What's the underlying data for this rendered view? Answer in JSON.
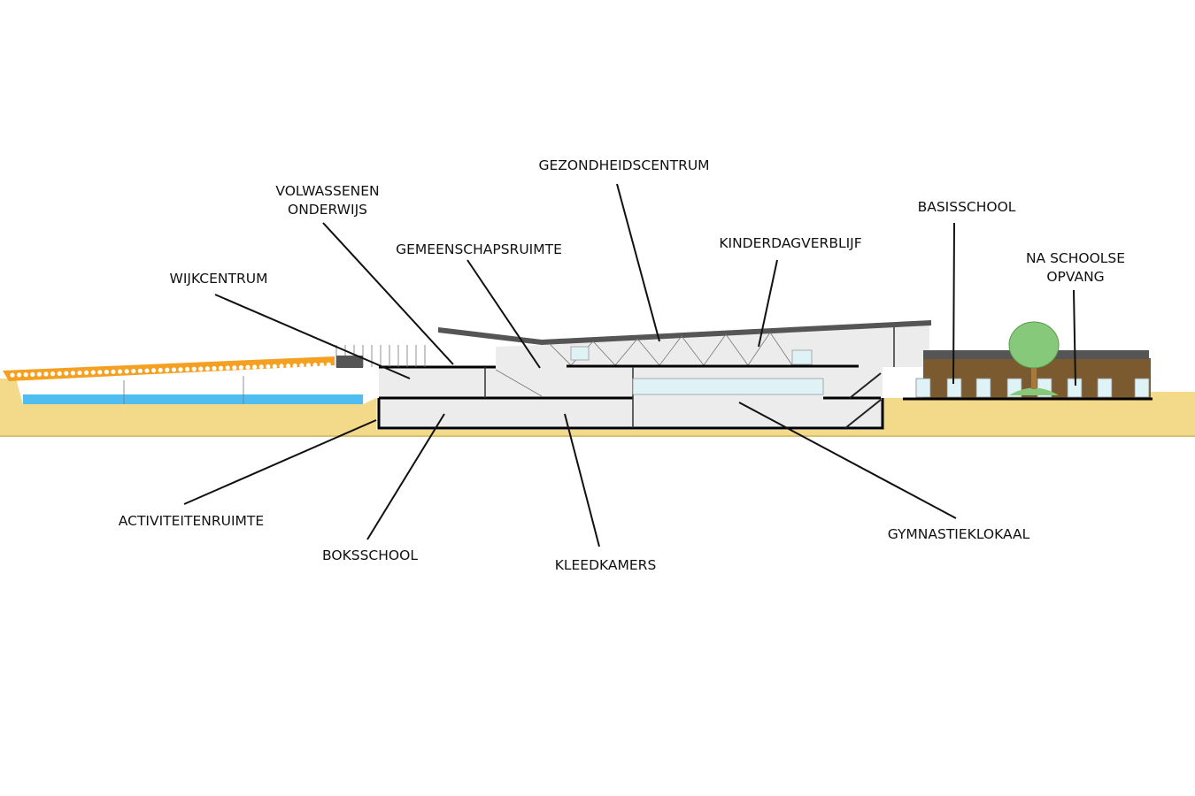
{
  "labels": {
    "gezondheidscentrum": "GEZONDHEIDSCENTRUM",
    "volwassenen_1": "VOLWASSENEN",
    "volwassenen_2": "ONDERWIJS",
    "gemeenschapsruimte": "GEMEENSCHAPSRUIMTE",
    "kinderdagverblijf": "KINDERDAGVERBLIJF",
    "wijkcentrum": "WIJKCENTRUM",
    "basisschool": "BASISSCHOOL",
    "nso_1": "NA SCHOOLSE",
    "nso_2": "OPVANG",
    "activiteitenruimte": "ACTIVITEITENRUIMTE",
    "boksschool": "BOKSSCHOOL",
    "kleedkamers": "KLEEDKAMERS",
    "gymnastieklokaal": "GYMNASTIEKLOKAAL"
  },
  "colors": {
    "ground": "#f3d98a",
    "water": "#4fbdef",
    "ramp": "#f5a020",
    "building": "#ececec",
    "school_facade": "#7a5a2e",
    "tree": "#86c97a",
    "glass": "#dff3f7"
  }
}
